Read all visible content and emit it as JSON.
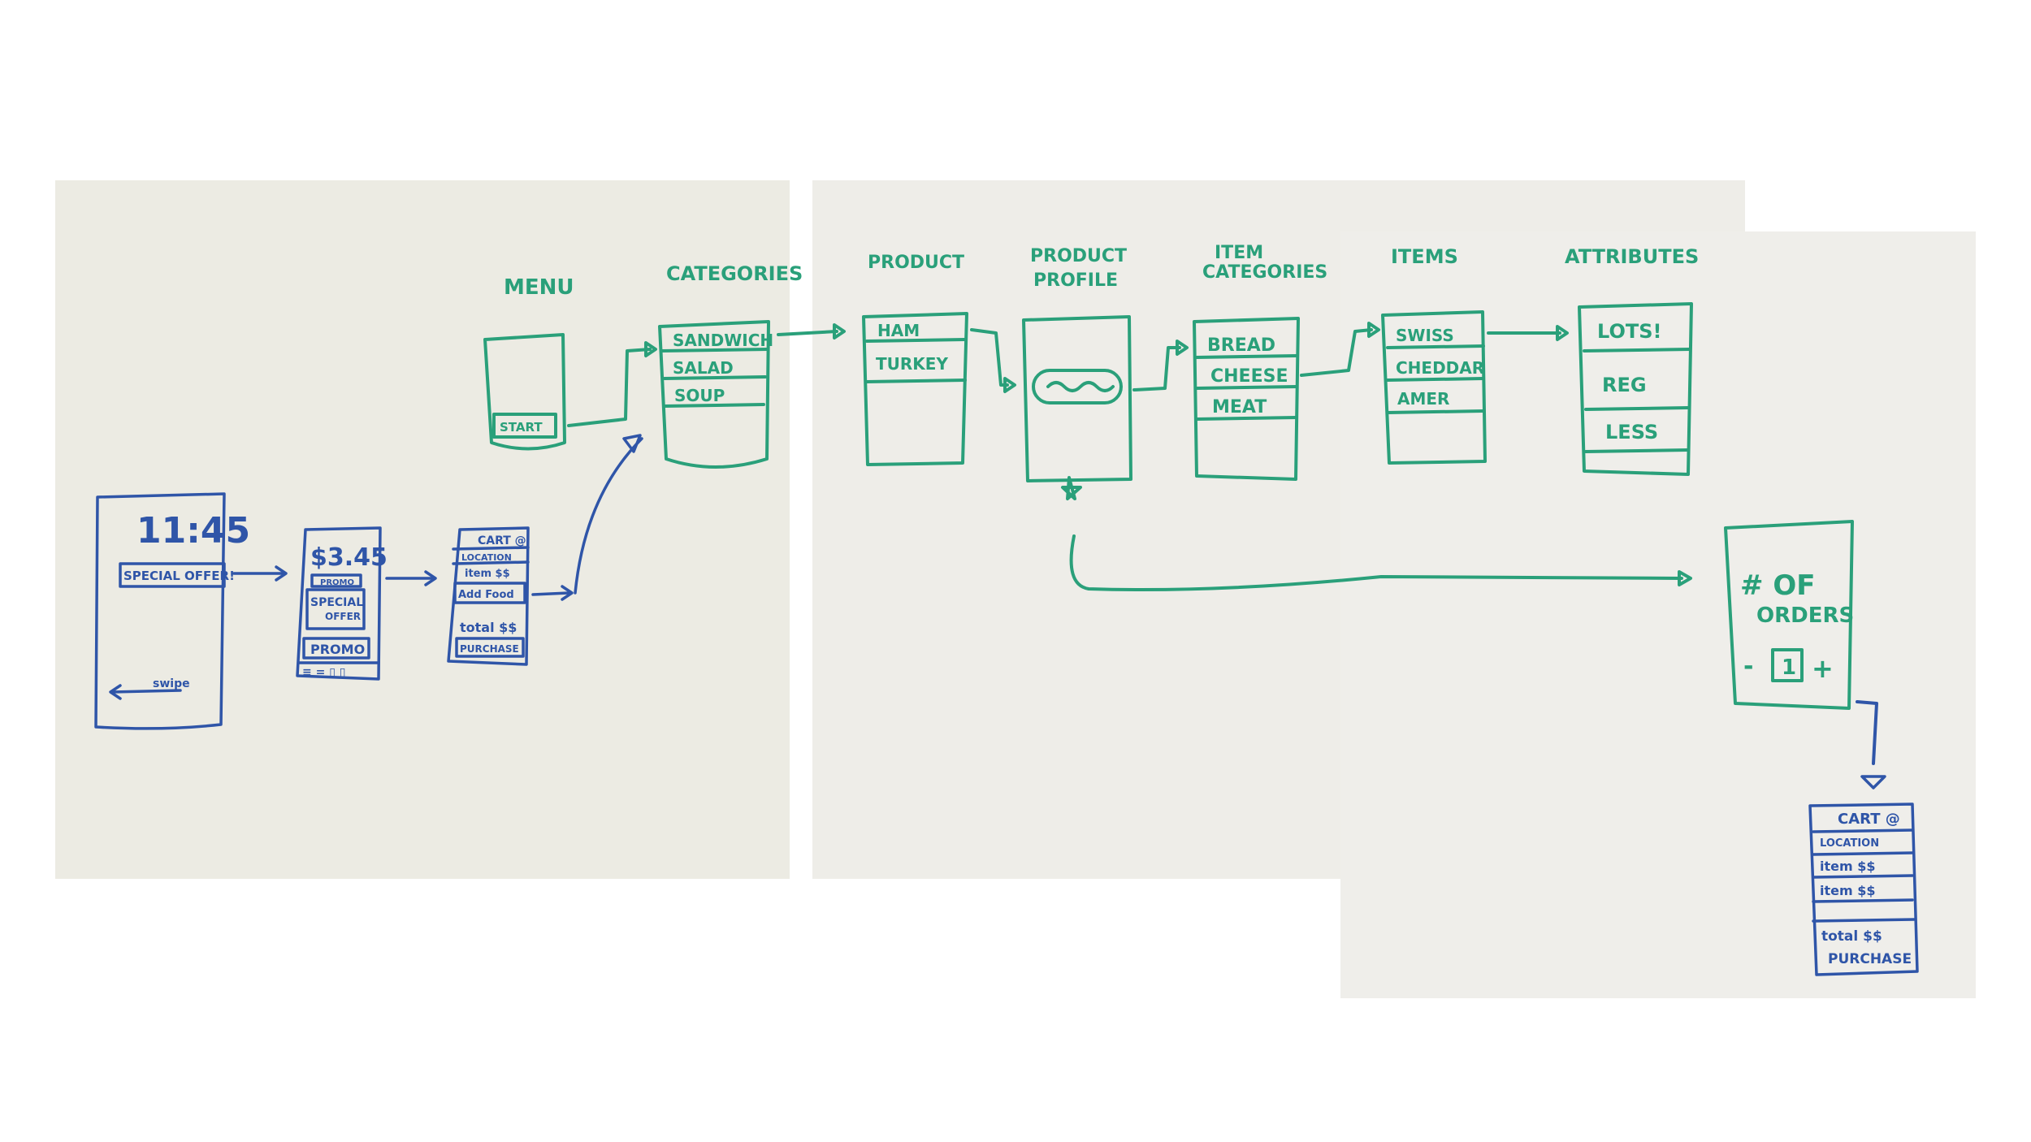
{
  "stages": {
    "menu": "MENU",
    "categories": "CATEGORIES",
    "product": "PRODUCT",
    "product_profile_l1": "PRODUCT",
    "product_profile_l2": "PROFILE",
    "item_categories_l1": "ITEM",
    "item_categories_l2": "CATEGORIES",
    "items": "ITEMS",
    "attributes": "ATTRIBUTES"
  },
  "menu_screen": {
    "button": "START"
  },
  "categories_list": [
    "SANDWICH",
    "SALAD",
    "SOUP"
  ],
  "product_list": [
    "HAM",
    "TURKEY"
  ],
  "item_categories_list": [
    "BREAD",
    "CHEESE",
    "MEAT"
  ],
  "items_list": [
    "SWISS",
    "CHEDDAR",
    "AMER"
  ],
  "attributes_list": [
    "LOTS!",
    "REG",
    "LESS"
  ],
  "lock_screen": {
    "time": "11:45",
    "offer": "SPECIAL OFFER!",
    "swipe": "swipe"
  },
  "offer_screen": {
    "price": "$3.45",
    "sub": "PROMO",
    "special_l1": "SPECIAL",
    "special_l2": "OFFER",
    "promo": "PROMO",
    "nav": "≡ = ▯ ▯"
  },
  "cart_small": {
    "title": "CART @",
    "location": "LOCATION",
    "item": "item $$",
    "add": "Add Food",
    "total": "total $$",
    "purchase": "PURCHASE"
  },
  "orders_screen": {
    "l1": "# OF",
    "l2": "ORDERS",
    "minus": "-",
    "qty": "1",
    "plus": "+"
  },
  "cart_final": {
    "title": "CART @",
    "location": "LOCATION",
    "item1": "item $$",
    "item2": "item $$",
    "total": "total $$",
    "purchase": "PURCHASE"
  },
  "colors": {
    "green_marker": "#2aa07a",
    "blue_marker": "#2f55a8",
    "board": "#ecebe3"
  }
}
